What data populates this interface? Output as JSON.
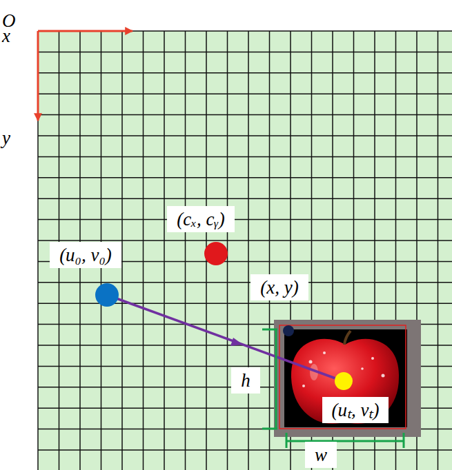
{
  "diagram": {
    "nodes": [
      {
        "text": [
          "(cₓ, cᵧ)"
        ]
      },
      {
        "text": [
          "(u₀, v₀)"
        ]
      },
      {
        "text": [
          "(x, y)"
        ]
      },
      {
        "text": [
          "h"
        ]
      },
      {
        "text": [
          "(uₜ, vₜ)"
        ]
      },
      {
        "text": [
          "w"
        ]
      }
    ],
    "labels": [
      "O",
      "x",
      "y"
    ]
  }
}
